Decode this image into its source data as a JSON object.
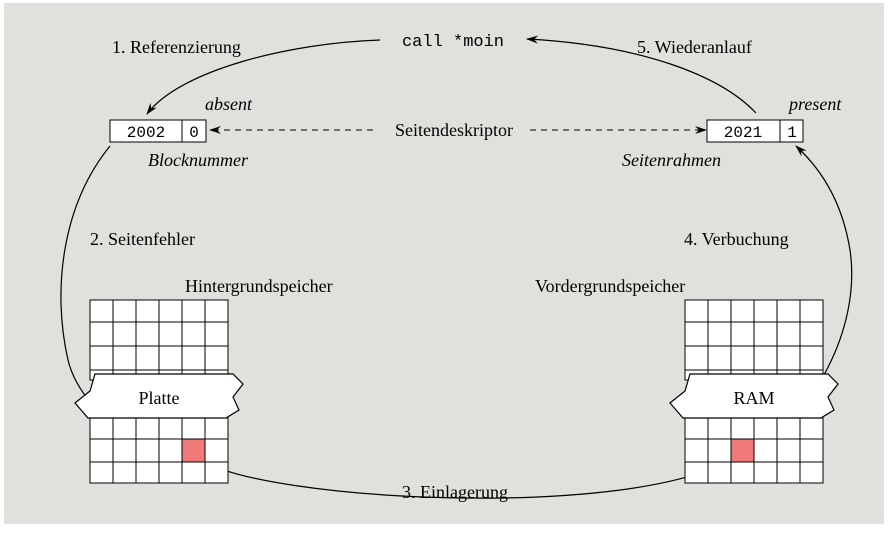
{
  "colors": {
    "background": "#dfe1dc",
    "highlight_cell": "#f07a7a",
    "line": "#000000"
  },
  "call_instruction": "call *moin",
  "steps": {
    "step1": "1. Referenzierung",
    "step2": "2. Seitenfehler",
    "step3": "3. Einlagerung",
    "step4": "4. Verbuchung",
    "step5": "5. Wiederanlauf"
  },
  "descriptor_label": "Seitendeskriptor",
  "left_descriptor": {
    "state": "absent",
    "number": "2002",
    "bit": "0",
    "caption": "Blocknummer"
  },
  "right_descriptor": {
    "state": "present",
    "number": "2021",
    "bit": "1",
    "caption": "Seitenrahmen"
  },
  "left_store": {
    "title": "Hintergrundspeicher",
    "label": "Platte"
  },
  "right_store": {
    "title": "Vordergrundspeicher",
    "label": "RAM"
  }
}
